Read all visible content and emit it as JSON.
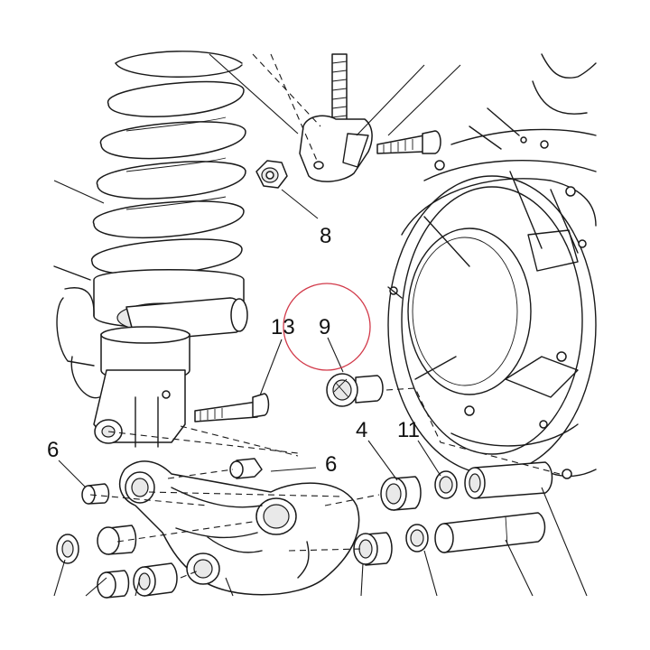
{
  "diagram": {
    "callouts": {
      "c8": "8",
      "c13": "13",
      "c9": "9",
      "c6": "6",
      "c4": "4",
      "c11": "11",
      "c6_left_partial": "6"
    },
    "highlight_color": "#d23a4a"
  }
}
